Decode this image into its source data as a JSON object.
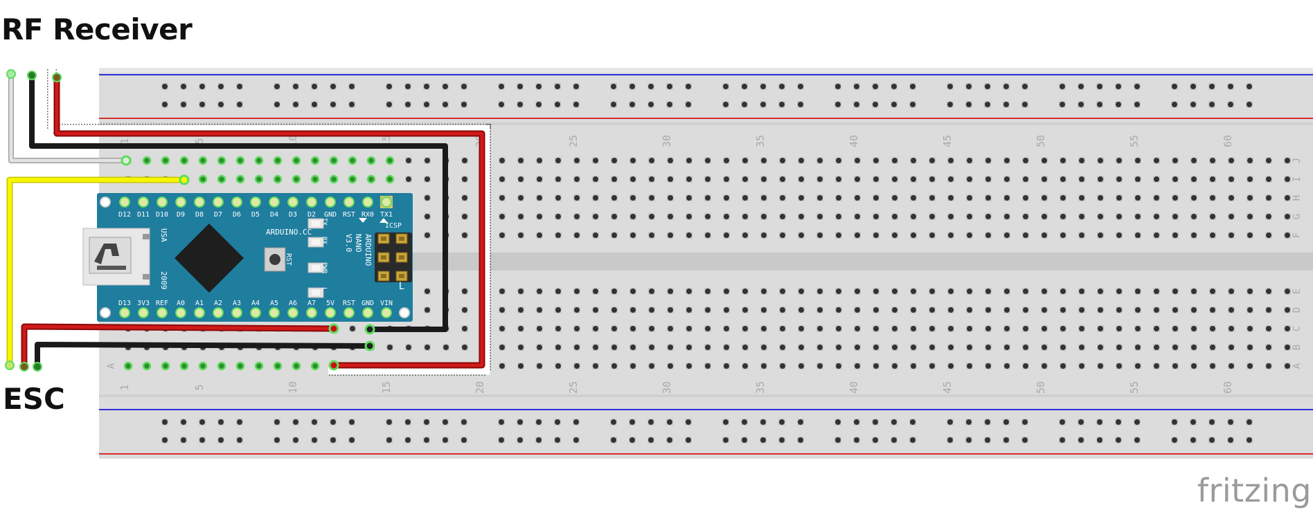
{
  "labels": {
    "rf_receiver": "RF Receiver",
    "esc": "ESC",
    "watermark": "fritzing"
  },
  "breadboard": {
    "column_numbers": [
      "1",
      "5",
      "10",
      "15",
      "20",
      "25",
      "30",
      "35",
      "40",
      "45",
      "50",
      "55",
      "60"
    ],
    "row_letters_top": [
      "J",
      "I",
      "H",
      "G",
      "F"
    ],
    "row_letters_bottom": [
      "E",
      "D",
      "C",
      "B",
      "A"
    ],
    "left_row_letter": "A"
  },
  "arduino": {
    "top_pins": [
      "D12",
      "D11",
      "D10",
      "D9",
      "D8",
      "D7",
      "D6",
      "D5",
      "D4",
      "D3",
      "D2",
      "GND",
      "RST",
      "RX0",
      "TX1"
    ],
    "bottom_pins": [
      "D13",
      "3V3",
      "REF",
      "A0",
      "A1",
      "A2",
      "A3",
      "A4",
      "A5",
      "A6",
      "A7",
      "5V",
      "RST",
      "GND",
      "VIN"
    ],
    "brand": "ARDUINO.CC",
    "model_lines": [
      "ARDUINO",
      "NANO",
      "V3.0"
    ],
    "usa": "USA",
    "year": "2009",
    "rst_label": "RST",
    "icsp": "ICSP",
    "leds": [
      "TX",
      "RX",
      "PWR",
      "L"
    ]
  },
  "colors": {
    "wire_red": "#cc1111",
    "wire_black": "#1a1a1a",
    "wire_white": "#d8d8d8",
    "wire_yellow": "#f2f200",
    "board_blue": "#1f7d9e",
    "breadboard": "#dcdcdc",
    "rail_blue": "#2b2bd9",
    "rail_red": "#d92b2b",
    "highlight_green": "#5fdc5f"
  }
}
